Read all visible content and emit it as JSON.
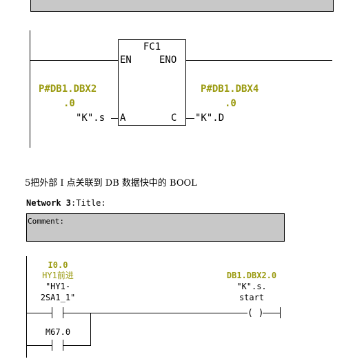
{
  "network2": {
    "block_name": "FC1",
    "en_label": "EN",
    "eno_label": "ENO",
    "a_label": "A",
    "c_label": "C",
    "input_addr_line1": "P#DB1.DBX2",
    "input_addr_line2": ".0",
    "input_symbol": "\"K\".s",
    "output_addr_line1": "P#DB1.DBX4",
    "output_addr_line2": ".0",
    "output_symbol": "\"K\".D"
  },
  "section_heading": "5把外部 I 点关联到 DB 数据快中的 BOOL",
  "network3": {
    "network_label": "Network 3",
    "title_sep": ":",
    "title": "Title:",
    "comment_label": "Comment:",
    "contact1_addr": "I0.0",
    "contact1_comment": "HY1前进",
    "contact1_symbol_line1": "\"HY1-",
    "contact1_symbol_line2": "2SA1_1\"",
    "contact2_addr": "M67.0",
    "coil_addr": "DB1.DBX2.0",
    "coil_symbol_line1": "\"K\".s.",
    "coil_symbol_line2": "start",
    "coil_glyph": "( )"
  }
}
